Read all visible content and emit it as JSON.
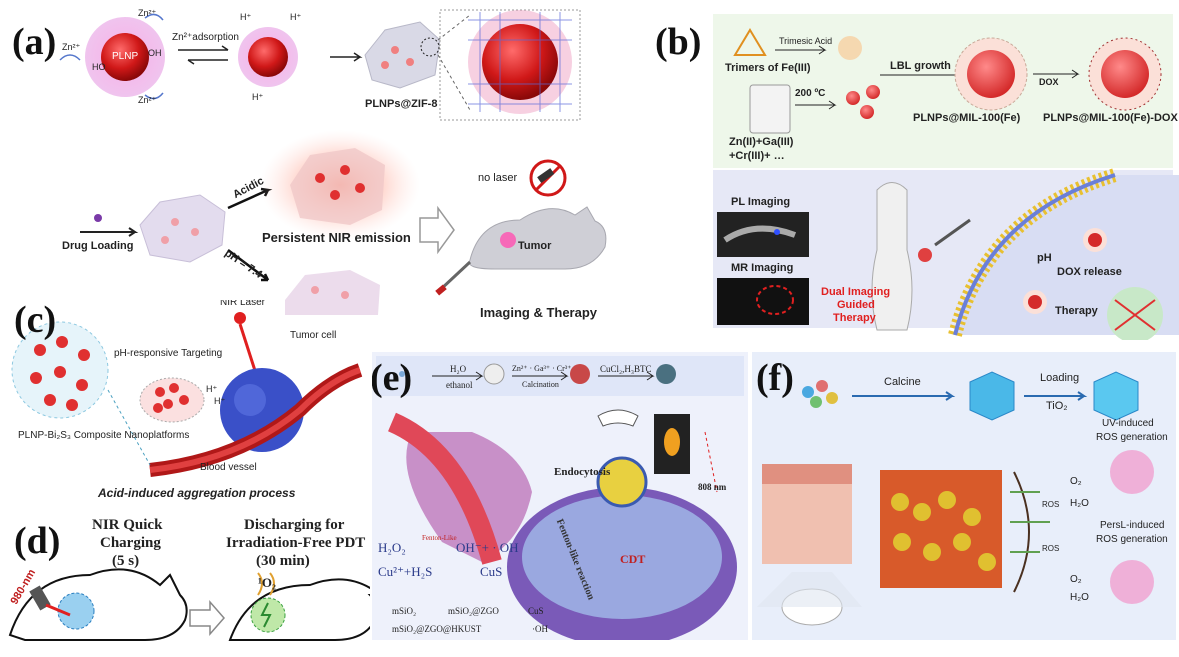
{
  "panels": {
    "a": {
      "label": "(a)",
      "zn": "Zn²⁺",
      "plnp": "PLNP",
      "ho": "HO",
      "oh": "OH",
      "hplus": "H⁺",
      "adsorption": "Zn²⁺adsorption",
      "product": "PLNPs@ZIF-8",
      "drug_loading": "Drug Loading",
      "acidic": "Acidic",
      "ph": "pH = 7.4",
      "persistent": "Persistent NIR emission",
      "no_laser": "no laser",
      "tumor": "Tumor",
      "imaging": "Imaging & Therapy"
    },
    "b": {
      "label": "(b)",
      "trimers": "Trimers of Fe(III)",
      "trimesic": "Trimesic Acid",
      "lbl": "LBL growth",
      "dox": "DOX",
      "temp": "200 ºC",
      "ions1": "Zn(II)+Ga(III)",
      "ions2": "+Cr(III)+ …",
      "prod1": "PLNPs@MIL-100(Fe)",
      "prod2": "PLNPs@MIL-100(Fe)-DOX",
      "pl_imaging": "PL Imaging",
      "mr_imaging": "MR Imaging",
      "dual": "Dual Imaging",
      "guided": "Guided",
      "therapy_red": "Therapy",
      "ph": "pH",
      "dox_release": "DOX release",
      "therapy": "Therapy"
    },
    "c": {
      "label": "(c)",
      "nir_laser": "NIR Laser",
      "tumor_cell": "Tumor cell",
      "ph_targeting": "pH-responsive Targeting",
      "composite": "PLNP-Bi₂S₃ Composite Nanoplatforms",
      "blood": "Blood vessel",
      "process": "Acid-induced aggregation process",
      "hplus": "H⁺"
    },
    "d": {
      "label": "(d)",
      "title1a": "NIR Quick",
      "title1b": "Charging",
      "title1c": "(5 s)",
      "title2a": "Discharging for",
      "title2b": "Irradiation-Free PDT",
      "title2c": "(30 min)",
      "wavelength": "980-nm",
      "singlet": "¹O₂"
    },
    "e": {
      "label": "(e)",
      "h2o": "H₂O",
      "ethanol": "ethanol",
      "ions": "Zn²⁺ · Ga³⁺ · Cr³⁺",
      "calcination": "Calcination",
      "reagents": "CuCl₂,H₃BTC",
      "endocytosis": "Endocytosis",
      "nm808": "808 nm",
      "cdt": "CDT",
      "fenton_reaction": "Fenton-like reaction",
      "fenton_like": "Fenton-Like",
      "eq1_left": "H₂O₂",
      "eq1_right": "OH⁻+ · OH",
      "eq2_left": "Cu²⁺+H₂S",
      "eq2_right": "CuS",
      "legend": [
        "mSiO₂",
        "mSiO₂@ZGO",
        "CuS",
        "mSiO₂@ZGO@HKUST",
        "·OH"
      ]
    },
    "f": {
      "label": "(f)",
      "calcine": "Calcine",
      "loading": "Loading",
      "tio2": "TiO₂",
      "uv1": "UV-induced",
      "uv2": "ROS generation",
      "pers1": "PersL-induced",
      "pers2": "ROS generation",
      "ros": "ROS",
      "o2": "O₂",
      "h2o": "H₂O"
    }
  }
}
